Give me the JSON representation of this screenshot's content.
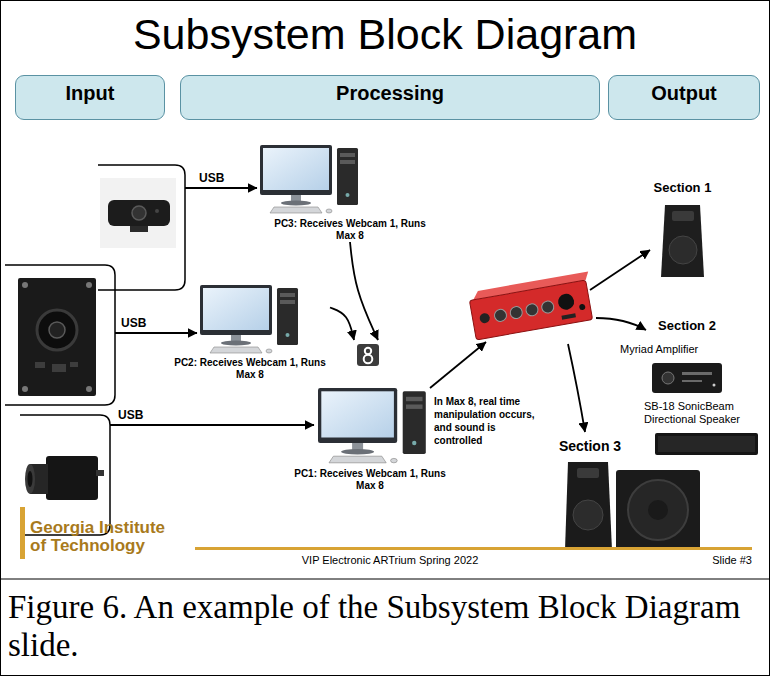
{
  "diagram": {
    "title": "Subsystem Block Diagram",
    "caption": "Figure 6. An example of the Subsystem Block Diagram slide.",
    "nodes": [
      {
        "text": [
          "Input"
        ]
      },
      {
        "text": [
          "Processing"
        ]
      },
      {
        "text": [
          "Output"
        ]
      },
      {
        "text": [
          "PC3: Receives Webcam 1, Runs Max 8"
        ]
      },
      {
        "text": [
          "PC2: Receives Webcam 1, Runs Max 8"
        ]
      },
      {
        "text": [
          "PC1: Receives Webcam 1, Runs Max 8"
        ]
      },
      {
        "text": [
          "Section 1"
        ]
      },
      {
        "text": [
          "Section 2",
          "Myriad Amplifier",
          "SB-18 SonicBeam Directional Speaker"
        ]
      },
      {
        "text": [
          "Section 3"
        ]
      }
    ],
    "edges": [
      {
        "from": 3,
        "to": 5,
        "arrow": "to"
      },
      {
        "from": 4,
        "to": 5,
        "arrow": "to"
      }
    ],
    "labels": [
      "USB",
      "USB",
      "USB",
      "In Max 8, real time manipulation occurs, and sound is controlled",
      "Georgia Institute of Technology",
      "VIP Electronic ARTrium Spring 2022",
      "Slide #3"
    ]
  }
}
